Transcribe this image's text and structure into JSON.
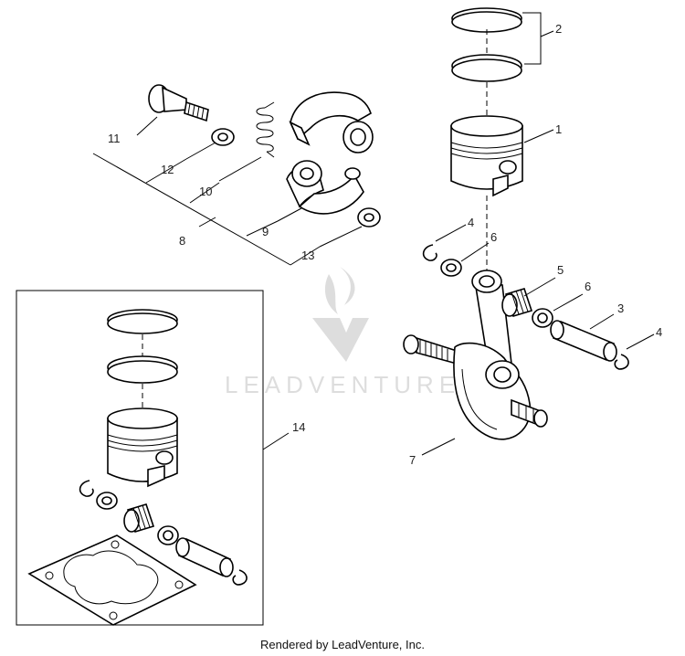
{
  "callouts": {
    "p1": "1",
    "p2": "2",
    "p3": "3",
    "p4a": "4",
    "p4b": "4",
    "p5": "5",
    "p6a": "6",
    "p6b": "6",
    "p7": "7",
    "p8": "8",
    "p9": "9",
    "p10": "10",
    "p11": "11",
    "p12": "12",
    "p13": "13",
    "p14": "14"
  },
  "watermark": {
    "text": "LEADVENTURE"
  },
  "footer": {
    "text": "Rendered by LeadVenture, Inc."
  }
}
